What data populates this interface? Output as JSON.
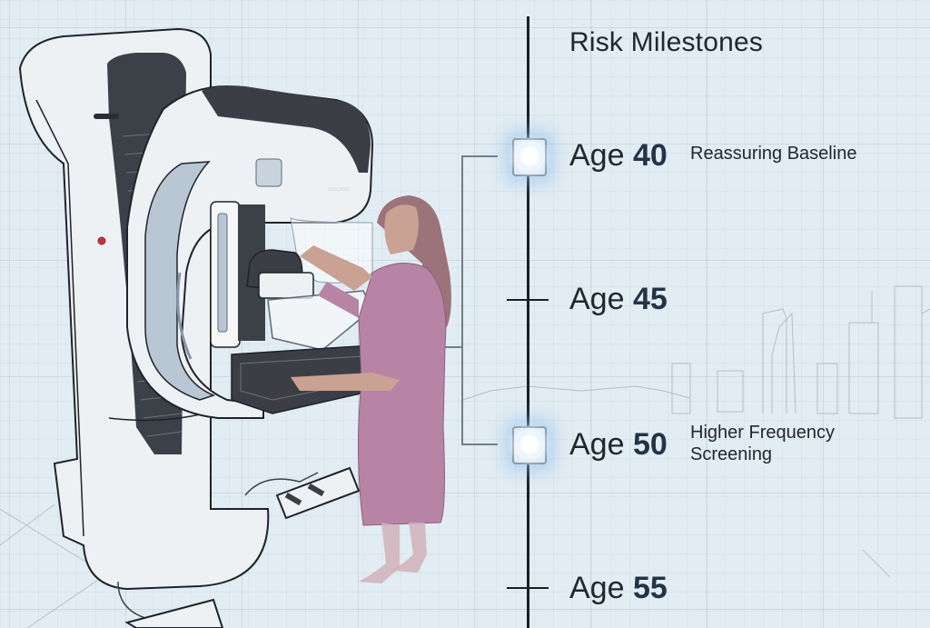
{
  "timeline": {
    "title": "Risk Milestones",
    "milestones": [
      {
        "prefix": "Age ",
        "age": "40",
        "description": "Reassuring Baseline",
        "marker": "glowing-marker-icon"
      },
      {
        "prefix": "Age ",
        "age": "45",
        "description": "",
        "marker": "tick-mark"
      },
      {
        "prefix": "Age ",
        "age": "50",
        "description": "Higher Frequency Screening",
        "description_lines": [
          "Higher Frequency",
          "Screening"
        ],
        "marker": "glowing-marker-icon"
      },
      {
        "prefix": "Age ",
        "age": "55",
        "description": "",
        "marker": "tick-mark"
      }
    ]
  },
  "illustration": {
    "subject": "mammography-machine",
    "person": "patient-in-pink-gown",
    "background": "city-skyline-sketch",
    "colors": {
      "background": "#e2ecf3",
      "machine_body": "#f2f4f6",
      "machine_dark": "#3b3f45",
      "machine_arm": "#b9c6d4",
      "gown": "#b784a6",
      "skin": "#c9a294",
      "hair": "#9c7379",
      "axis": "#1c1f24",
      "marker_glow": "#8cbeeb"
    }
  }
}
